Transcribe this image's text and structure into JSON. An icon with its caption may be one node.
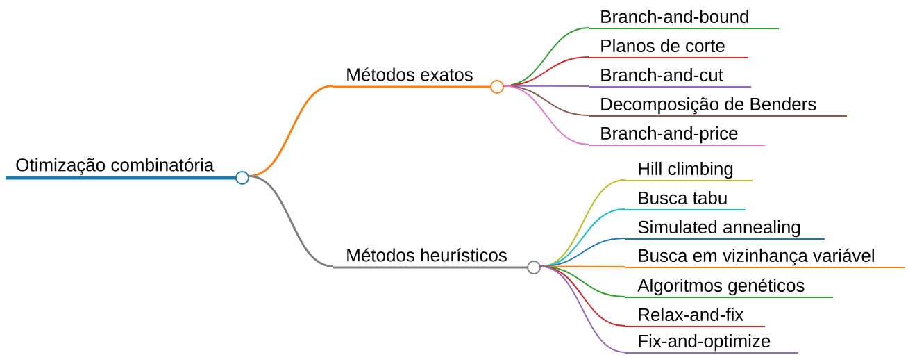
{
  "diagram": {
    "nodes": [
      {
        "text": [
          "Otimização combinatória"
        ]
      },
      {
        "text": [
          "Métodos exatos"
        ]
      },
      {
        "text": [
          "Branch-and-bound"
        ]
      },
      {
        "text": [
          "Planos de corte"
        ]
      },
      {
        "text": [
          "Branch-and-cut"
        ]
      },
      {
        "text": [
          "Decomposição de Benders"
        ]
      },
      {
        "text": [
          "Branch-and-price"
        ]
      },
      {
        "text": [
          "Métodos heurísticos"
        ]
      },
      {
        "text": [
          "Hill climbing"
        ]
      },
      {
        "text": [
          "Busca tabu"
        ]
      },
      {
        "text": [
          "Simulated annealing"
        ]
      },
      {
        "text": [
          "Busca em vizinhança variável"
        ]
      },
      {
        "text": [
          "Algoritmos genéticos"
        ]
      },
      {
        "text": [
          "Relax-and-fix"
        ]
      },
      {
        "text": [
          "Fix-and-optimize"
        ]
      }
    ],
    "edges": [
      {
        "from": 0,
        "to": 1,
        "arrow": "none",
        "color": "#ff7f0e"
      },
      {
        "from": 1,
        "to": 2,
        "arrow": "none",
        "color": "#2ca02c"
      },
      {
        "from": 1,
        "to": 3,
        "arrow": "none",
        "color": "#d62728"
      },
      {
        "from": 1,
        "to": 4,
        "arrow": "none",
        "color": "#9467bd"
      },
      {
        "from": 1,
        "to": 5,
        "arrow": "none",
        "color": "#8c564b"
      },
      {
        "from": 1,
        "to": 6,
        "arrow": "none",
        "color": "#e377c2"
      },
      {
        "from": 0,
        "to": 7,
        "arrow": "none",
        "color": "#7f7f7f"
      },
      {
        "from": 7,
        "to": 8,
        "arrow": "none",
        "color": "#bcbd22"
      },
      {
        "from": 7,
        "to": 9,
        "arrow": "none",
        "color": "#17becf"
      },
      {
        "from": 7,
        "to": 10,
        "arrow": "none",
        "color": "#1f77b4"
      },
      {
        "from": 7,
        "to": 11,
        "arrow": "none",
        "color": "#ff7f0e"
      },
      {
        "from": 7,
        "to": 12,
        "arrow": "none",
        "color": "#2ca02c"
      },
      {
        "from": 7,
        "to": 13,
        "arrow": "none",
        "color": "#d62728"
      },
      {
        "from": 7,
        "to": 14,
        "arrow": "none",
        "color": "#9467bd"
      }
    ]
  }
}
